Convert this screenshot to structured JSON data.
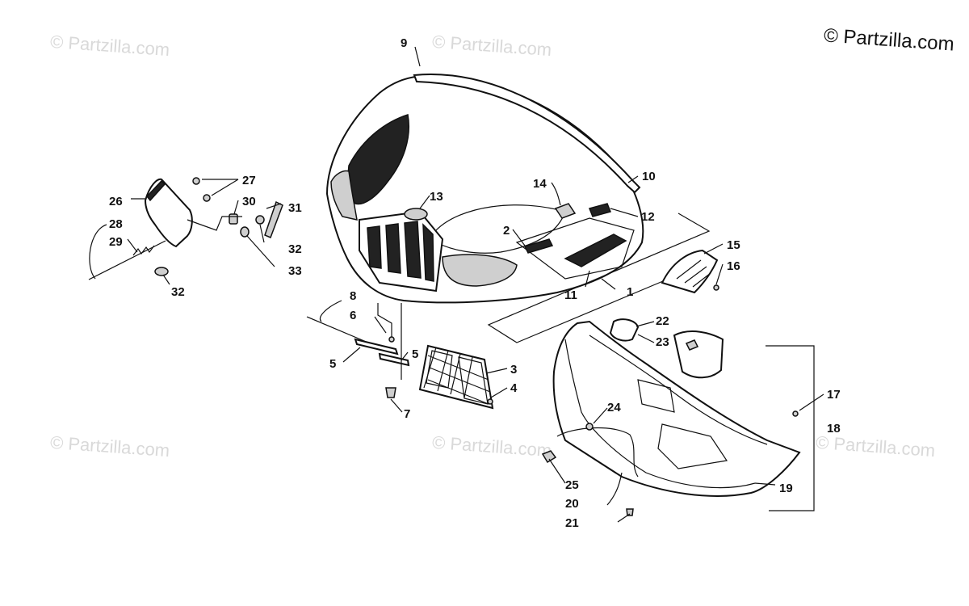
{
  "watermarks": [
    "© Partzilla.com",
    "© Partzilla.com",
    "© Partzilla.com",
    "© Partzilla.com",
    "© Partzilla.com",
    "© Partzilla.com"
  ],
  "copyright": "© Partzilla.com",
  "callouts": {
    "c1": "1",
    "c2": "2",
    "c3": "3",
    "c4": "4",
    "c5a": "5",
    "c5b": "5",
    "c6": "6",
    "c7": "7",
    "c8": "8",
    "c9": "9",
    "c10": "10",
    "c11": "11",
    "c12": "12",
    "c13": "13",
    "c14": "14",
    "c15": "15",
    "c16": "16",
    "c17": "17",
    "c18": "18",
    "c19": "19",
    "c20": "20",
    "c21": "21",
    "c22": "22",
    "c23": "23",
    "c24": "24",
    "c25": "25",
    "c26": "26",
    "c27": "27",
    "c28": "28",
    "c29": "29",
    "c30": "30",
    "c31": "31",
    "c32a": "32",
    "c32b": "32",
    "c33": "33"
  }
}
